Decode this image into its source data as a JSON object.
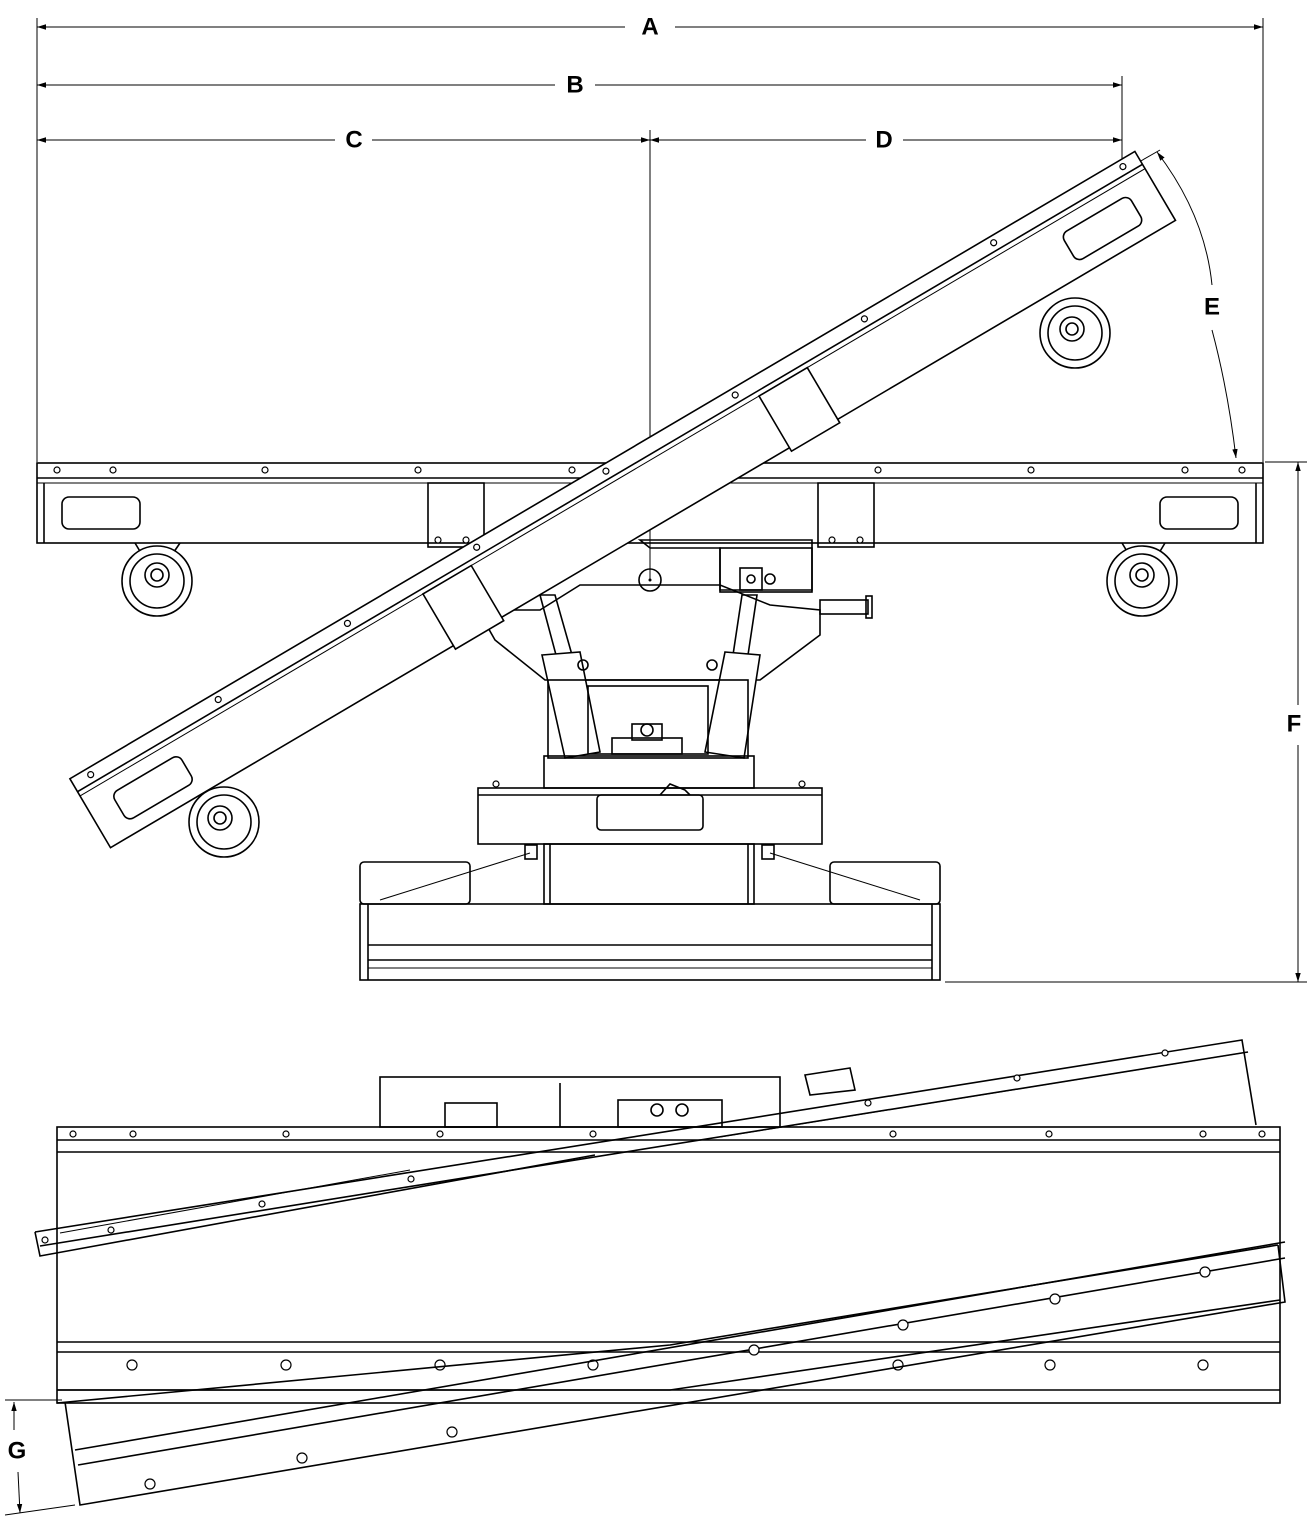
{
  "dimensions": {
    "A": "A",
    "B": "B",
    "C": "C",
    "D": "D",
    "E": "E",
    "F": "F",
    "G": "G"
  },
  "colors": {
    "line": "#000000",
    "background": "#ffffff"
  },
  "icons": {
    "dimension_arrow": "arrowhead",
    "caster_wheel": "wheel",
    "bolt_hole": "hole"
  }
}
